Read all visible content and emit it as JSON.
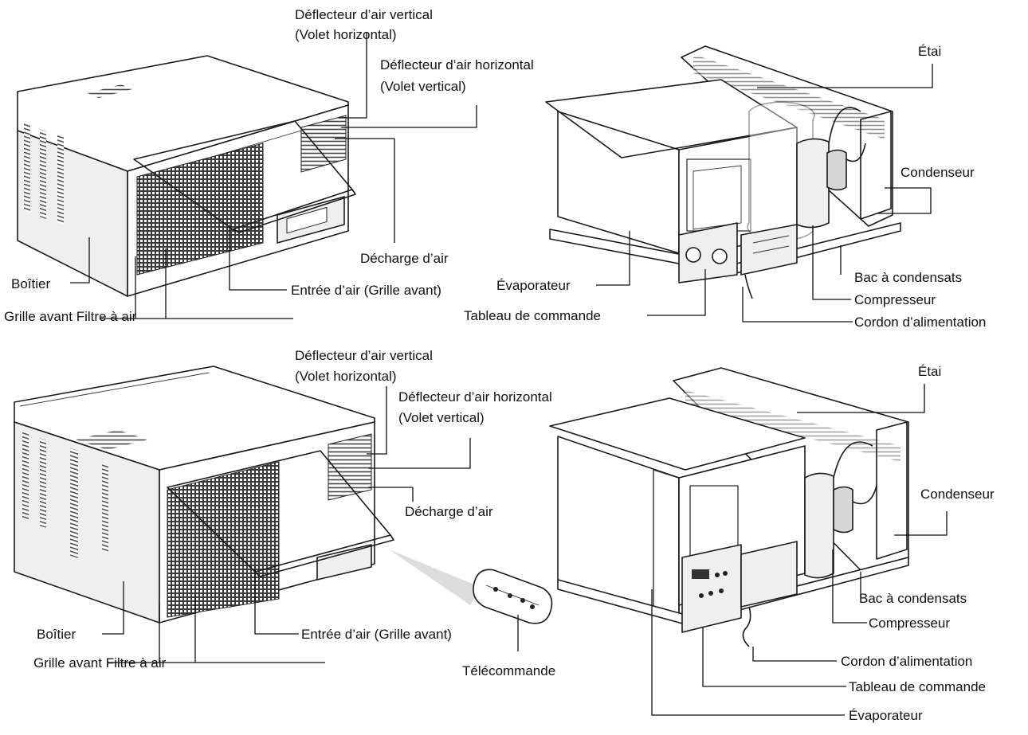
{
  "labels": {
    "defl_vertical": "Déflecteur d’air vertical",
    "volet_horizontal": "(Volet horizontal)",
    "defl_horizontal": "Déflecteur d’air horizontal",
    "volet_vertical": "(Volet vertical)",
    "decharge": "Décharge d’air",
    "entree": "Entrée d’air (Grille avant)",
    "boitier": "Boîtier",
    "grille_filtre": "Grille avant Filtre à air",
    "telecommande": "Télécommande",
    "etai": "Étai",
    "condenseur": "Condenseur",
    "bac": "Bac à condensats",
    "compresseur": "Compresseur",
    "cordon": "Cordon d’alimentation",
    "tableau": "Tableau de commande",
    "evaporateur": "Évaporateur"
  }
}
